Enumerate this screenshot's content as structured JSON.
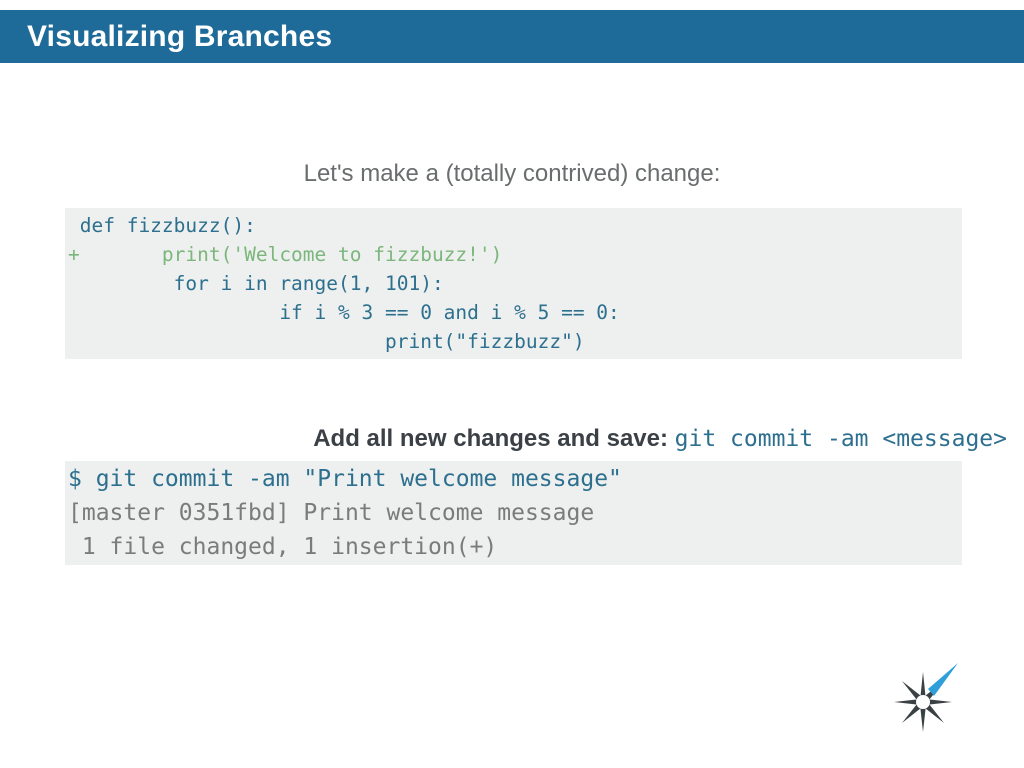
{
  "slide": {
    "title": "Visualizing Branches",
    "intro": "Let's make a (totally contrived) change:",
    "diff_block": {
      "lines": [
        {
          "text": " def fizzbuzz():",
          "style": "code"
        },
        {
          "text": "+       print('Welcome to fizzbuzz!')",
          "style": "added"
        },
        {
          "text": "         for i in range(1, 101):",
          "style": "code"
        },
        {
          "text": "                  if i % 3 == 0 and i % 5 == 0:",
          "style": "code"
        },
        {
          "text": "                           print(\"fizzbuzz\")",
          "style": "code"
        }
      ]
    },
    "caption": {
      "bold_label": "Add all new changes and save: ",
      "command": "git commit -am <message>"
    },
    "terminal_block": {
      "lines": [
        {
          "text": "$ git commit -am \"Print welcome message\"",
          "style": "command"
        },
        {
          "text": "[master 0351fbd] Print welcome message",
          "style": "output"
        },
        {
          "text": " 1 file changed, 1 insertion(+)",
          "style": "output"
        }
      ]
    },
    "logo": "spark-compass-logo"
  },
  "colors": {
    "header_bar": "#1e6a99",
    "code_teal": "#2d6f8f",
    "diff_added_green": "#7cb67c",
    "code_background": "#edf0ee",
    "terminal_output_gray": "#7b7b7b",
    "intro_text_gray": "#6a6d6e",
    "caption_bold_charcoal": "#3a4045",
    "logo_dark": "#3a4144",
    "logo_blue": "#2e9fd9"
  }
}
